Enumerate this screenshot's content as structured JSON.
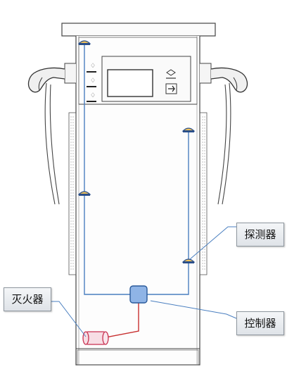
{
  "labels": {
    "fire_extinguisher": "灭火器",
    "detector": "探测器",
    "controller": "控制器"
  },
  "colors": {
    "outline": "#444444",
    "wiring": "#4a7fc0",
    "hose": "#c83030",
    "sensor": "#f2c35a",
    "controller_box": "#8fb4e6",
    "extinguisher": "#f7dde4"
  },
  "icons": [
    "charging-gun-left-icon",
    "charging-gun-right-icon",
    "screen-icon",
    "card-reader-icon",
    "sensor-icon",
    "controller-icon",
    "extinguisher-icon"
  ]
}
